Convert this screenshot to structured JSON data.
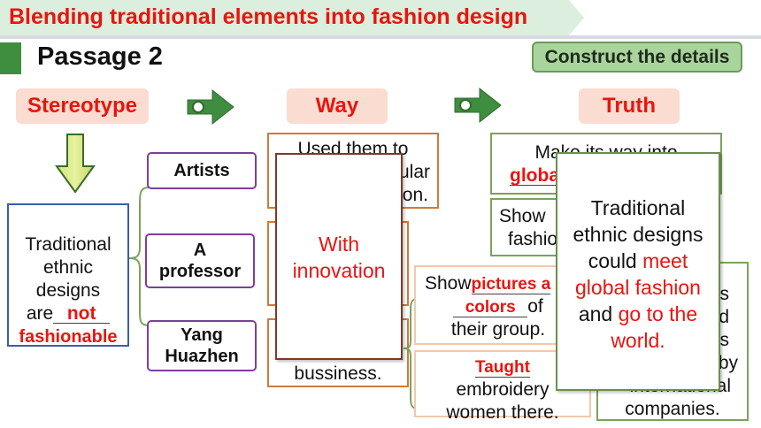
{
  "title": "Blending traditional elements into fashion design",
  "passage": "Passage 2",
  "construct_button": "Construct the details",
  "headers": {
    "stereotype": "Stereotype",
    "way": "Way",
    "truth": "Truth"
  },
  "stereotype_box": {
    "line1": "Traditional",
    "line2": "ethnic",
    "line3": "designs",
    "are": "are",
    "not": "not",
    "fashionable": "fashionable"
  },
  "people": {
    "artists": "Artists",
    "professor_a": "A",
    "professor_b": "professor",
    "yang1": "Yang",
    "yang2": "Huazhen"
  },
  "way_top": {
    "line1": "Used them to",
    "line2": "ular",
    "line3": "on."
  },
  "way_bottom": {
    "line1": "bussiness."
  },
  "innovation": {
    "line1": "With",
    "line2": "innovation"
  },
  "show_box": {
    "show": "Show",
    "blank1": "pictures a",
    "blank2": "colors",
    "of": "of",
    "line3": "their group."
  },
  "taught_box": {
    "taught": "Taught",
    "line2": "embroidery",
    "line3": "women there."
  },
  "truth_top": {
    "line1": "Make its way into",
    "global": "globa"
  },
  "truth_show": {
    "line1": "Show",
    "line2": "fashio"
  },
  "truth_bottom": {
    "s": "s",
    "d": "d",
    "s2": "s",
    "by": "by",
    "intl": "international",
    "companies": "companies."
  },
  "truth_card": {
    "line1": "Traditional",
    "line2": "ethnic designs",
    "could": "could",
    "meet": "meet",
    "global": "global fashion",
    "and": "and",
    "go": "go to the",
    "world": "world."
  },
  "colors": {
    "accent_red": "#e8150f",
    "green": "#3f8d3f",
    "purple": "#7b3f9c",
    "orange": "#d07a3a"
  },
  "icons": [
    "down-arrow-icon",
    "right-arrow-icon"
  ]
}
